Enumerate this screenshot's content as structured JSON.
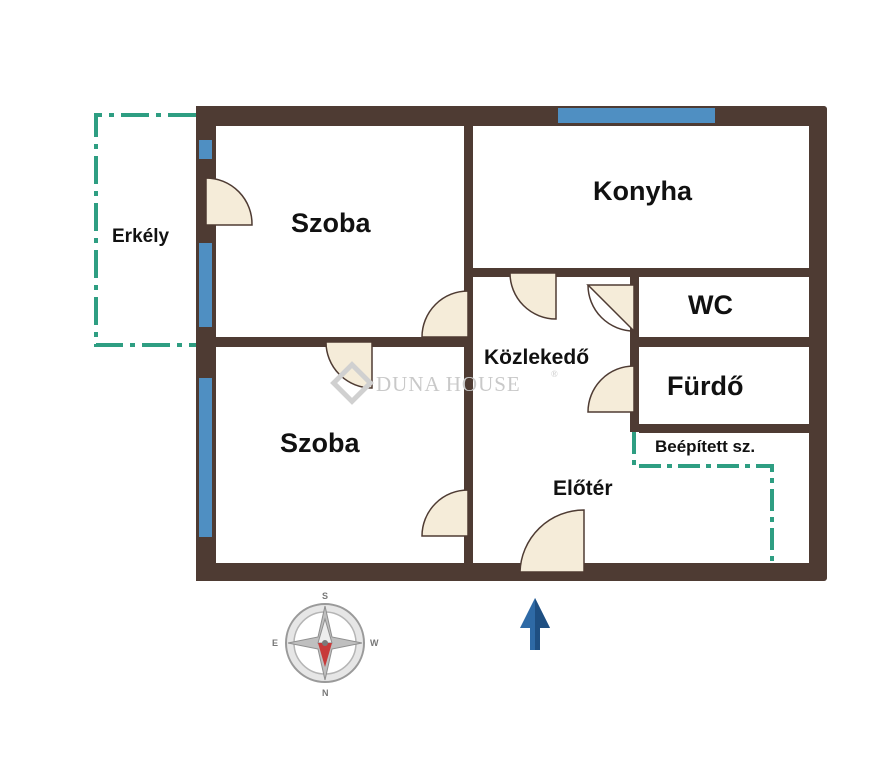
{
  "floorplan": {
    "rooms": {
      "erkely": "Erkély",
      "szoba_top": "Szoba",
      "szoba_bottom": "Szoba",
      "konyha": "Konyha",
      "wc": "WC",
      "kozlekedo": "Közlekedő",
      "furdo": "Fürdő",
      "beepitett": "Beépített sz.",
      "eloter": "Előtér"
    },
    "watermark": {
      "text": "DUNA HOUSE",
      "mark": "®"
    },
    "compass": {
      "n": "N",
      "s": "S",
      "e": "E",
      "w": "W"
    }
  },
  "colors": {
    "wall": "#4e3b33",
    "window": "#4f8fc2",
    "dashed_outline": "#2e9e82",
    "door_fill": "#f5ecd9",
    "entrance_arrow": "#2e6aa6",
    "compass_needle_red": "#c73a3a"
  }
}
